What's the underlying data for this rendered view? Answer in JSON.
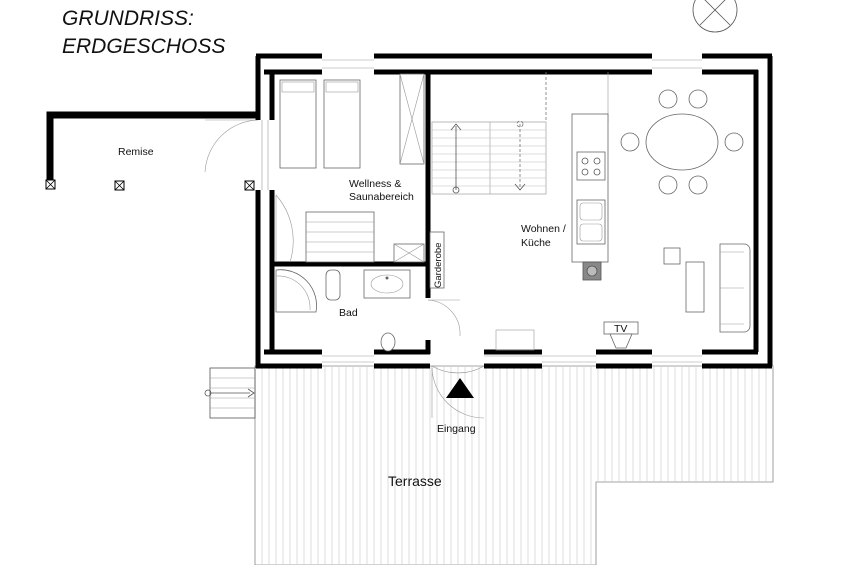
{
  "title": {
    "line1": "GRUNDRISS:",
    "line2": "ERDGESCHOSS"
  },
  "rooms": {
    "remise": "Remise",
    "wellness_1": "Wellness &",
    "wellness_2": "Saunabereich",
    "wohnen_1": "Wohnen /",
    "wohnen_2": "Küche",
    "garderobe": "Garderobe",
    "bad": "Bad",
    "tv": "TV",
    "eingang": "Eingang",
    "terrasse": "Terrasse"
  },
  "icons": {
    "north": "north-arrow-icon",
    "entrance": "entrance-triangle-icon"
  },
  "colors": {
    "wall": "#000000",
    "line": "#555555",
    "background": "#ffffff"
  }
}
